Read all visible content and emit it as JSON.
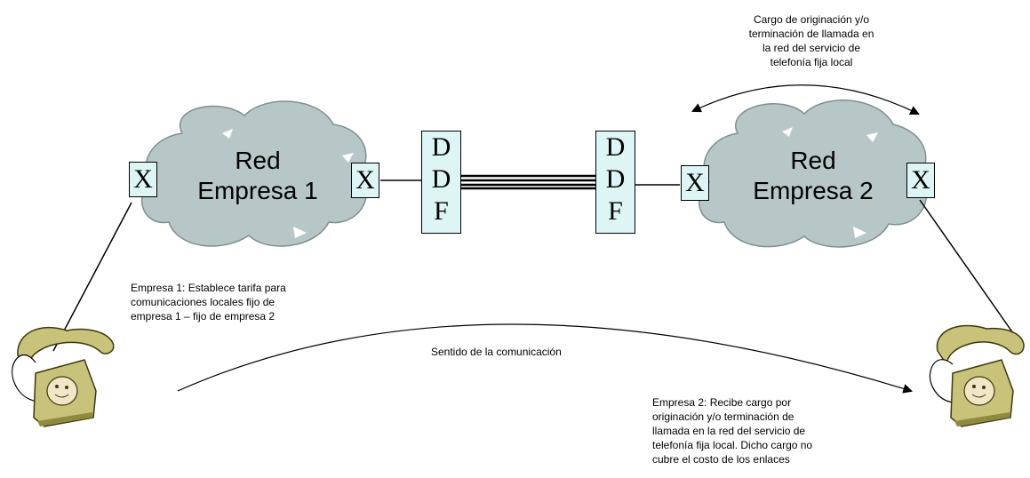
{
  "network_1": {
    "title_line1": "Red",
    "title_line2": "Empresa 1"
  },
  "network_2": {
    "title_line1": "Red",
    "title_line2": "Empresa 2"
  },
  "exchange_label": "X",
  "ddf_letters": [
    "D",
    "D",
    "F"
  ],
  "charge_note": {
    "line1": "Cargo de originación y/o",
    "line2": "terminación de llamada en",
    "line3": "la red del servicio de",
    "line4": "telefonía fija local"
  },
  "empresa1_note": {
    "line1": "Empresa 1: Establece tarifa para",
    "line2": "comunicaciones locales fijo de",
    "line3": "empresa 1 – fijo de empresa 2"
  },
  "direction_label": "Sentido de la comunicación",
  "empresa2_note": {
    "line1": "Empresa 2: Recibe cargo por",
    "line2": "originación y/o terminación de",
    "line3": "llamada en la red del servicio de",
    "line4": "telefonía fija local. Dicho cargo no",
    "line5": "cubre el costo de los enlaces"
  },
  "colors": {
    "cloud_fill": "#b7c7c7",
    "box_fill": "#ddf5f5",
    "phone_body": "#c8c27a",
    "phone_dark": "#8f8a3e"
  }
}
